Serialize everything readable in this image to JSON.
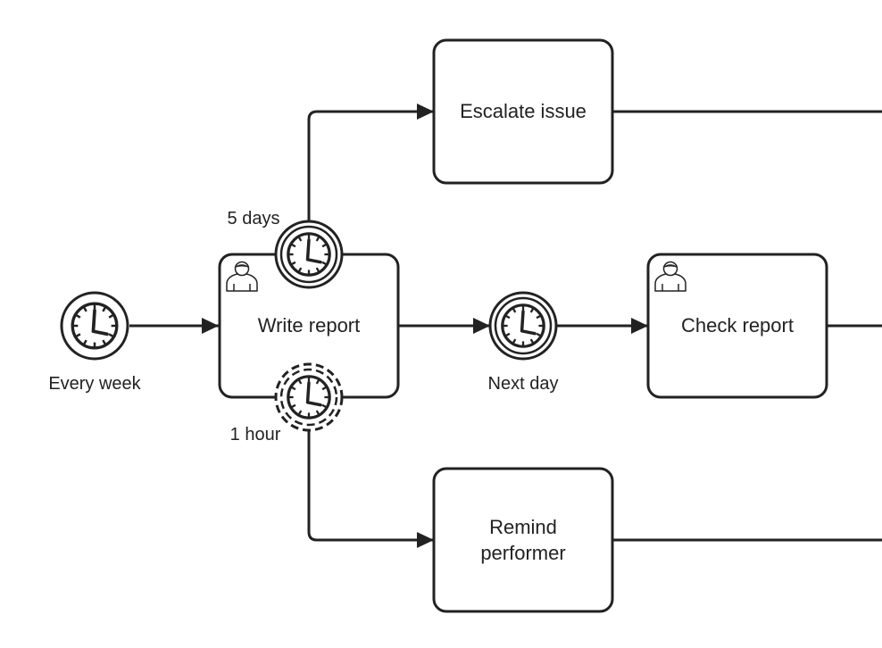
{
  "colors": {
    "stroke": "#222222",
    "fill": "#ffffff",
    "text": "#222222"
  },
  "start_event": {
    "label": "Every week",
    "icon": "timer-icon"
  },
  "tasks": {
    "write_report": {
      "label": "Write report",
      "icon": "user-icon"
    },
    "escalate_issue": {
      "label": "Escalate issue"
    },
    "check_report": {
      "label": "Check report",
      "icon": "user-icon"
    },
    "remind_performer": {
      "label_line1": "Remind",
      "label_line2": "performer"
    }
  },
  "boundary_events": {
    "interrupting": {
      "label": "5 days",
      "icon": "timer-icon"
    },
    "non_interrupting": {
      "label": "1 hour",
      "icon": "timer-icon"
    }
  },
  "intermediate_event": {
    "label": "Next day",
    "icon": "timer-icon"
  }
}
